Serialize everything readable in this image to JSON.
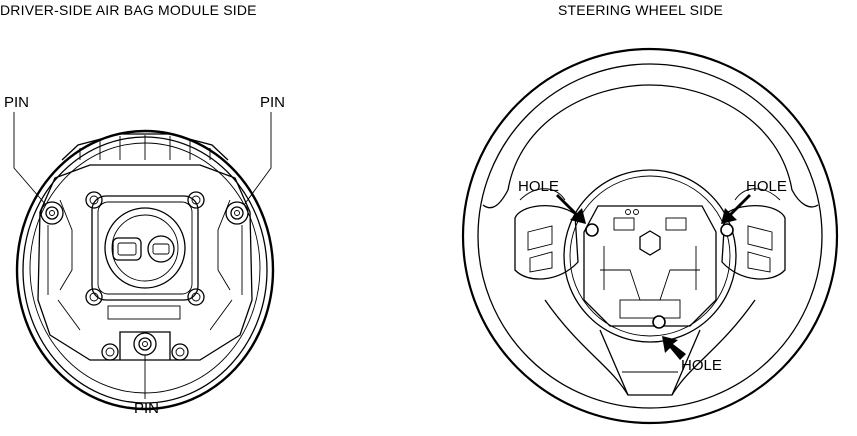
{
  "headings": {
    "left": "DRIVER-SIDE AIR BAG MODULE SIDE",
    "right": "STEERING WHEEL SIDE"
  },
  "callouts": {
    "pin_label": "PIN",
    "hole_label": "HOLE"
  }
}
